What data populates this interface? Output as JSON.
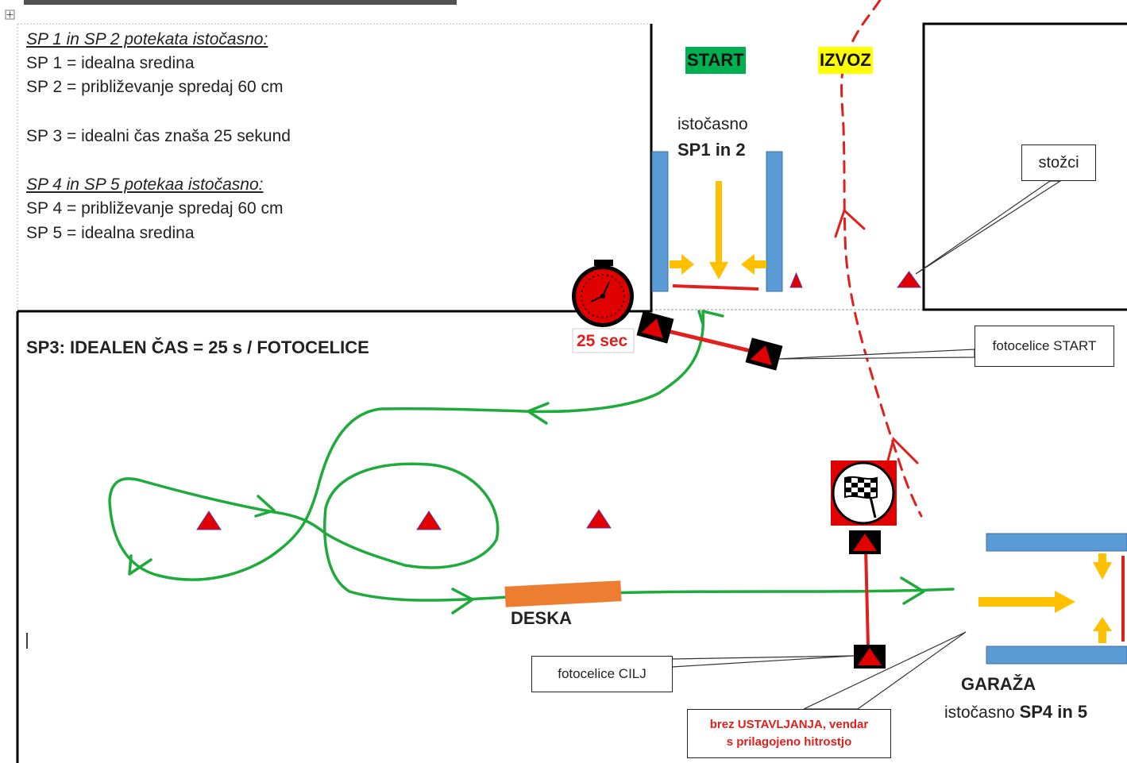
{
  "notes": {
    "heading_a": "SP 1 in SP 2 potekata istočasno:",
    "line_a1": "SP 1 = idealna sredina",
    "line_a2": "SP 2 = približevanje spredaj 60 cm",
    "line_b": "SP 3 = idealni čas znaša  25 sekund",
    "heading_c": "SP 4 in SP 5 potekaa istočasno:",
    "line_c1": "SP 4 = približevanje spredaj 60 cm",
    "line_c2": "SP 5 = idealna sredina"
  },
  "badges": {
    "start": "START",
    "exit": "IZVOZ"
  },
  "start_area": {
    "simultaneous": "istočasno",
    "sp12": "SP1 in 2"
  },
  "callouts": {
    "cones": "stožci",
    "photocells_start": "fotocelice START",
    "photocells_finish": "fotocelice CILJ",
    "no_stopping_1": "brez USTAVLJANJA, vendar",
    "no_stopping_2": "s prilagojeno hitrostjo"
  },
  "timer": {
    "label": "25 sec"
  },
  "sp3_title": "SP3: IDEALEN ČAS  = 25 s / FOTOCELICE",
  "board_label": "DESKA",
  "garage": {
    "title": "GARAŽA",
    "simultaneous": "istočasno",
    "sp45": "SP4 in 5"
  },
  "colors": {
    "green_path": "#1faa3c",
    "red_route": "#e0201c",
    "blue_bar": "#5b9bd5",
    "yellow_arrow": "#ffc000",
    "board": "#ed7d31",
    "start_bg": "#00b050",
    "exit_bg": "#ffff00",
    "cone": "#e00000"
  },
  "icons": [
    "stopwatch-icon",
    "checkered-flag-icon",
    "cone-icon",
    "photocell-icon"
  ]
}
